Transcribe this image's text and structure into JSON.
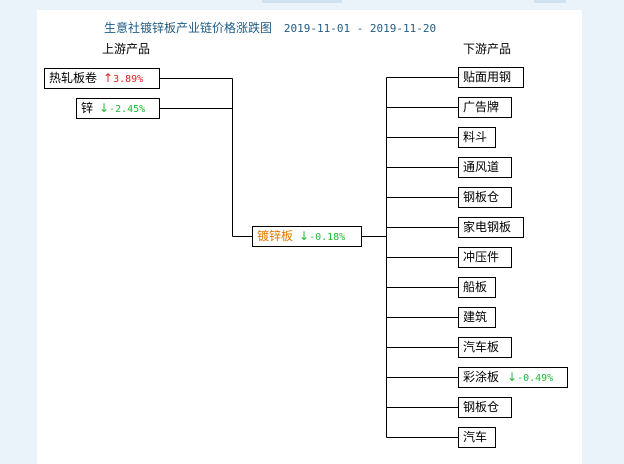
{
  "title": {
    "text": "生意社镀锌板产业链价格涨跌图",
    "date_range": "2019-11-01 - 2019-11-20"
  },
  "upstream": {
    "header": "上游产品",
    "items": [
      {
        "name": "热轧板卷",
        "arrow": "↑",
        "change": "3.89%",
        "dir": "up"
      },
      {
        "name": "锌",
        "arrow": "↓",
        "change": "-2.45%",
        "dir": "down"
      }
    ]
  },
  "center": {
    "name": "镀锌板",
    "arrow": "↓",
    "change": "-0.18%",
    "dir": "down"
  },
  "downstream": {
    "header": "下游产品",
    "items": [
      {
        "name": "贴面用钢"
      },
      {
        "name": "广告牌"
      },
      {
        "name": "料斗"
      },
      {
        "name": "通风道"
      },
      {
        "name": "钢板仓"
      },
      {
        "name": "家电钢板"
      },
      {
        "name": "冲压件"
      },
      {
        "name": "船板"
      },
      {
        "name": "建筑"
      },
      {
        "name": "汽车板"
      },
      {
        "name": "彩涂板",
        "arrow": "↓",
        "change": "-0.49%",
        "dir": "down"
      },
      {
        "name": "钢板仓"
      },
      {
        "name": "汽车"
      }
    ]
  },
  "colors": {
    "up": "#e0201b",
    "down": "#22b838",
    "center_name": "#e07a00",
    "title": "#1f5c87"
  }
}
